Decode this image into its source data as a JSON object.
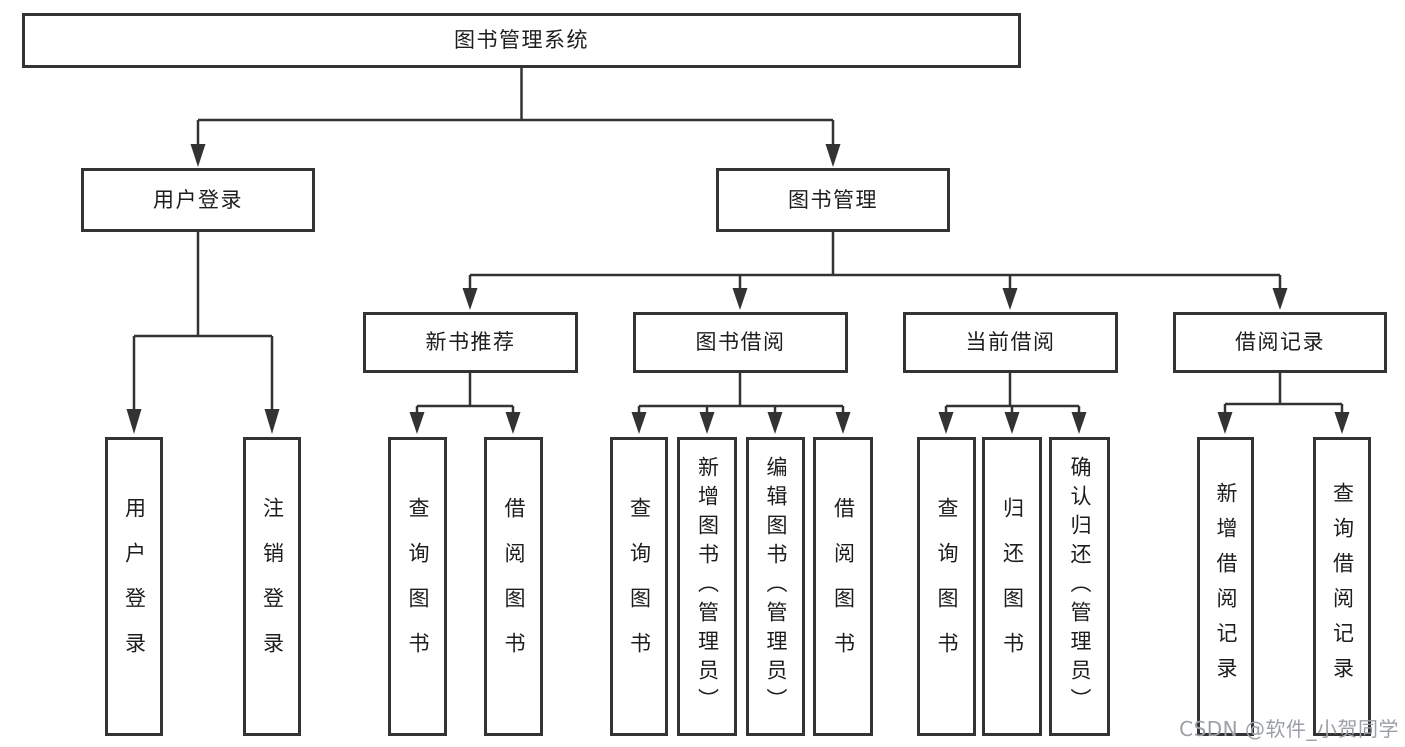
{
  "colors": {
    "line": "#333333",
    "box_border": "#333333",
    "box_fill": "#ffffff",
    "text": "#1d1d1f",
    "watermark": "#9aa0a6",
    "background": "#ffffff"
  },
  "tree": {
    "label": "图书管理系统",
    "children": [
      {
        "label": "用户登录",
        "children": [
          {
            "label": "用户登录"
          },
          {
            "label": "注销登录"
          }
        ]
      },
      {
        "label": "图书管理",
        "children": [
          {
            "label": "新书推荐",
            "children": [
              {
                "label": "查询图书"
              },
              {
                "label": "借阅图书"
              }
            ]
          },
          {
            "label": "图书借阅",
            "children": [
              {
                "label": "查询图书"
              },
              {
                "label": "新增图书（管理员）"
              },
              {
                "label": "编辑图书（管理员）"
              },
              {
                "label": "借阅图书"
              }
            ]
          },
          {
            "label": "当前借阅",
            "children": [
              {
                "label": "查询图书"
              },
              {
                "label": "归还图书"
              },
              {
                "label": "确认归还（管理员）"
              }
            ]
          },
          {
            "label": "借阅记录",
            "children": [
              {
                "label": "新增借阅记录"
              },
              {
                "label": "查询借阅记录"
              }
            ]
          }
        ]
      }
    ]
  },
  "watermark": "CSDN @软件_小贺同学"
}
